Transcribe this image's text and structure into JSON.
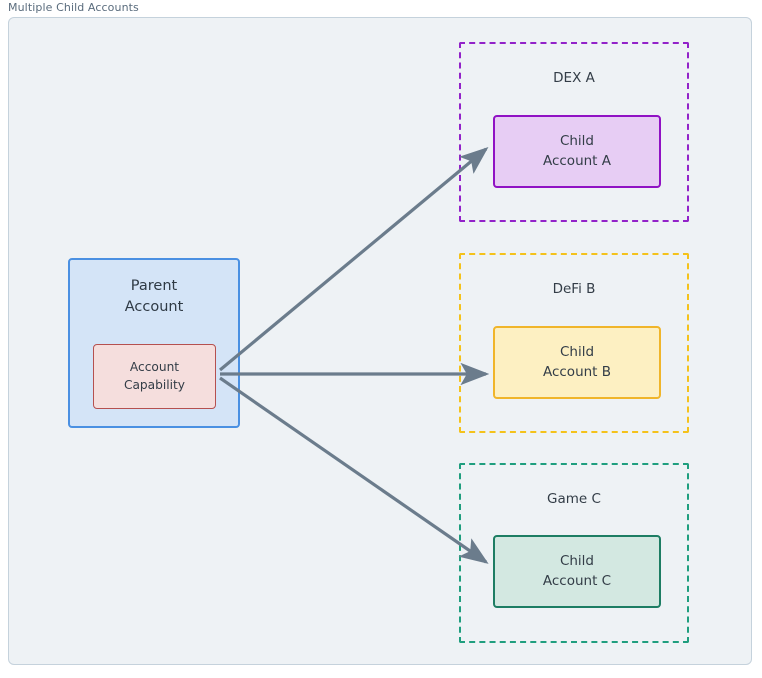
{
  "caption": "Multiple Child Accounts",
  "theme": {
    "canvas_background": "#eef2f5",
    "canvas_border": "#c5d2dc",
    "edge_color": "#6b7c8c",
    "text_color": "#333d47",
    "caption_color": "#5a6c7d"
  },
  "parent": {
    "label": "Parent\nAccount",
    "fill": "#d4e4f7",
    "stroke": "#4a90e2",
    "capability": {
      "label": "Account\nCapability",
      "fill": "#f5dedd",
      "stroke": "#b5504f"
    }
  },
  "groups": [
    {
      "id": "dex-a",
      "title": "DEX A",
      "border_color": "#9222c9",
      "child": {
        "label": "Child\nAccount A",
        "fill": "#e7cdf4",
        "stroke": "#9012c4"
      }
    },
    {
      "id": "defi-b",
      "title": "DeFi B",
      "border_color": "#f4c21b",
      "child": {
        "label": "Child\nAccount B",
        "fill": "#fdf0c2",
        "stroke": "#f0b52a"
      }
    },
    {
      "id": "game-c",
      "title": "Game C",
      "border_color": "#1f9e7e",
      "child": {
        "label": "Child\nAccount C",
        "fill": "#d3e8e1",
        "stroke": "#1d7d63"
      }
    }
  ],
  "edges": [
    {
      "id": "capability-to-child-a",
      "from": "account-capability",
      "to": "child-account-a"
    },
    {
      "id": "capability-to-child-b",
      "from": "account-capability",
      "to": "child-account-b"
    },
    {
      "id": "capability-to-child-c",
      "from": "account-capability",
      "to": "child-account-c"
    }
  ]
}
